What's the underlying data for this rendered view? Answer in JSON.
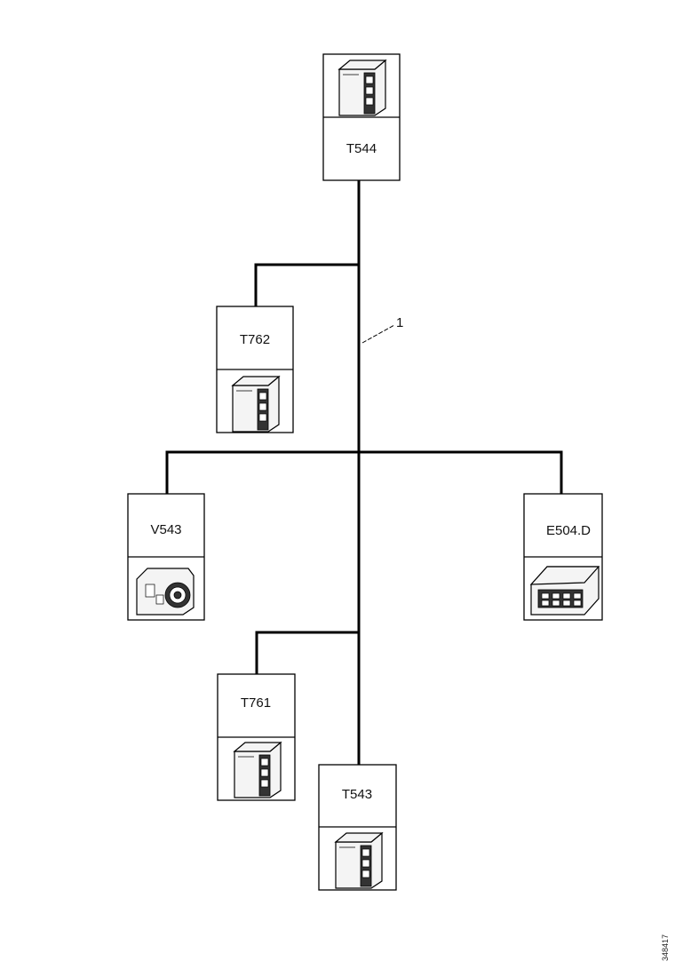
{
  "diagram": {
    "nodes": {
      "t544": {
        "label": "T544",
        "icon": "connector-icon"
      },
      "t762": {
        "label": "T762",
        "icon": "connector-icon"
      },
      "v543": {
        "label": "V543",
        "icon": "round-connector-icon"
      },
      "e504d": {
        "label": "E504.D",
        "icon": "wide-connector-icon"
      },
      "t761": {
        "label": "T761",
        "icon": "connector-icon"
      },
      "t543": {
        "label": "T543",
        "icon": "connector-icon"
      }
    },
    "callout": "1",
    "reference": "348417"
  }
}
